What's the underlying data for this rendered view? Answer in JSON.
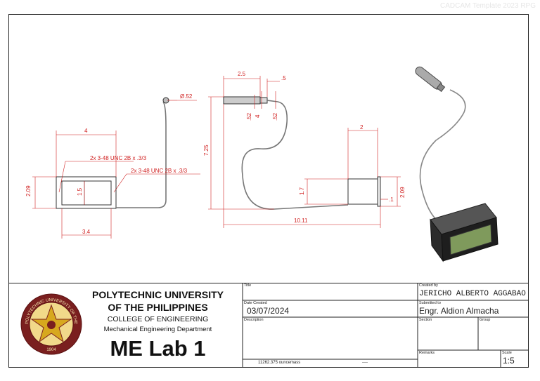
{
  "watermark": "CADCAM Template 2023 RPG",
  "dimensions": {
    "front_width": "4",
    "front_height": "2.09",
    "front_inner_height": "1.5",
    "front_bottom_width": "3.4",
    "thread_note_1": "2x 3-48 UNC 2B x .3/3",
    "thread_note_2": "2x 3-48 UNC 2B x .3/3",
    "diameter": "Ø.52",
    "side_probe_length": "2.5",
    "side_probe_end": ".5",
    "side_probe_dia_a": ".52",
    "side_probe_dia_b": "4",
    "side_probe_dia_c": ".52",
    "side_total_height": "7.25",
    "side_box_width": "2",
    "side_box_height": "1.7",
    "side_box_flange": ".1",
    "side_box_total_height": "2.09",
    "side_total_length": "10.11"
  },
  "title_block": {
    "university_line1": "POLYTECHNIC UNIVERSITY",
    "university_line2": "OF THE PHILIPPINES",
    "college": "COLLEGE OF ENGINEERING",
    "department": "Mechanical Engineering Department",
    "lab_title": "ME Lab 1",
    "seal_text": "POLYTECHNIC UNIVERSITY OF THE PHILIPPINES",
    "seal_year": "1904",
    "title_label": "Title",
    "title_value": "",
    "date_label": "Date Created",
    "date_value": "03/07/2024",
    "description_label": "Description",
    "mass_value": "11262.375 ouncemass",
    "mass_dashes": "----",
    "created_by_label": "Created by",
    "created_by_value": "JERICHO ALBERTO AGGABAO",
    "submitted_to_label": "Submitted to",
    "submitted_to_value": "Engr. Aldion Almacha",
    "section_label": "Section",
    "group_label": "Group",
    "remarks_label": "Remarks",
    "scale_label": "Scale",
    "scale_value": "1:5"
  }
}
